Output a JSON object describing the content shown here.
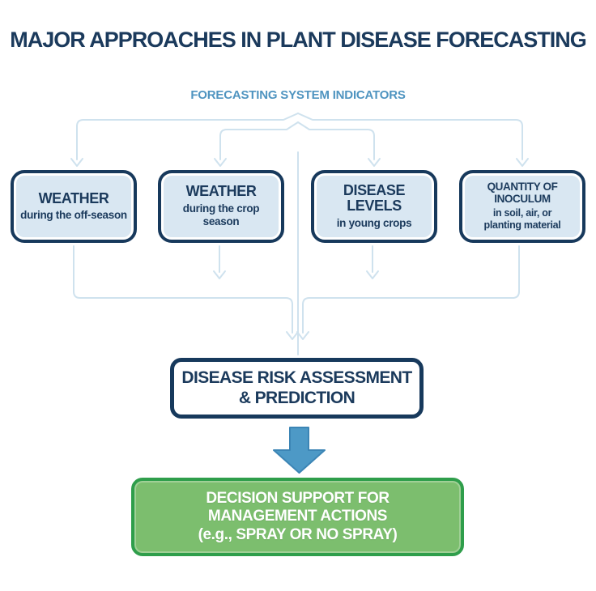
{
  "title": "MAJOR APPROACHES IN PLANT DISEASE FORECASTING",
  "subtitle": "FORECASTING SYSTEM INDICATORS",
  "indicators": [
    {
      "title": "WEATHER",
      "subtitle": "during the off-season"
    },
    {
      "title": "WEATHER",
      "subtitle": "during the crop season"
    },
    {
      "title": "DISEASE LEVELS",
      "subtitle": "in young crops"
    },
    {
      "title": "QUANTITY OF INOCULUM",
      "subtitle": "in soil, air, or\nplanting material"
    }
  ],
  "assessment": {
    "label": "DISEASE RISK ASSESSMENT\n& PREDICTION"
  },
  "decision": {
    "label": "DECISION SUPPORT FOR\nMANAGEMENT ACTIONS\n(e.g., SPRAY OR NO SPRAY)"
  },
  "colors": {
    "title_navy": "#1b3a5c",
    "subtitle_blue": "#4f94c0",
    "box_border_navy": "#17395c",
    "box_fill_light_blue": "#d9e7f2",
    "connector_light_blue": "#cfe2ee",
    "block_arrow_blue": "#4d99c6",
    "decision_green_fill": "#7cbe6e",
    "decision_green_border": "#2f9e4b",
    "background": "#ffffff"
  }
}
